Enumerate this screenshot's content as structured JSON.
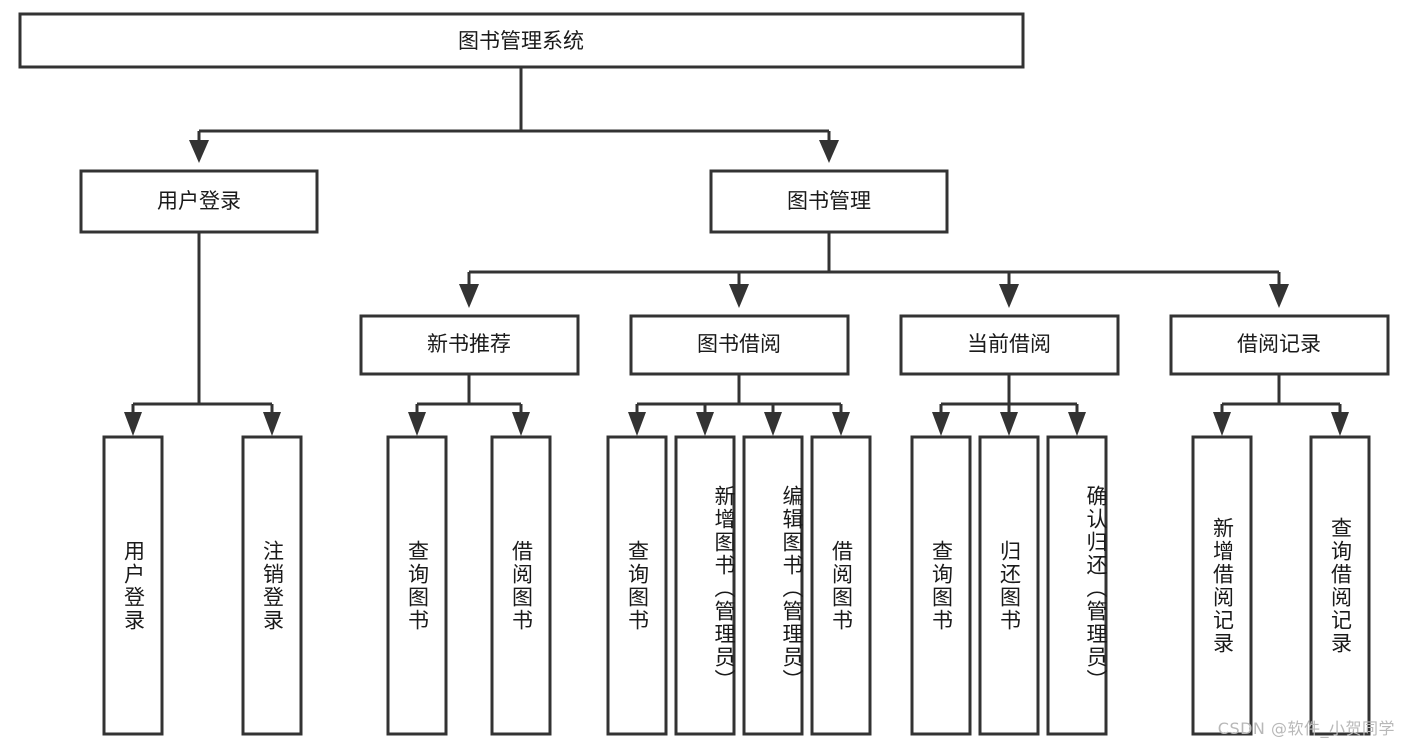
{
  "diagram": {
    "type": "tree-hierarchy",
    "title": "图书管理系统",
    "orientation": "top-down",
    "watermark": "CSDN @软件_小贺同学",
    "colors": {
      "box_fill": "#ffffff",
      "box_stroke": "#333333",
      "text": "#1a1a1a",
      "background": "#ffffff",
      "watermark": "#b8b8b8"
    },
    "root": {
      "id": "root",
      "label": "图书管理系统"
    },
    "level2": [
      {
        "id": "user-login",
        "label": "用户登录"
      },
      {
        "id": "book-management",
        "label": "图书管理"
      }
    ],
    "level3": [
      {
        "id": "new-book-recommend",
        "label": "新书推荐",
        "parent": "book-management"
      },
      {
        "id": "book-borrow",
        "label": "图书借阅",
        "parent": "book-management"
      },
      {
        "id": "current-borrow",
        "label": "当前借阅",
        "parent": "book-management"
      },
      {
        "id": "borrow-record",
        "label": "借阅记录",
        "parent": "book-management"
      }
    ],
    "leaves": [
      {
        "id": "leaf-user-login",
        "label": "用户登录",
        "parent": "user-login"
      },
      {
        "id": "leaf-logout-login",
        "label": "注销登录",
        "parent": "user-login"
      },
      {
        "id": "leaf-query-book-1",
        "label": "查询图书",
        "parent": "new-book-recommend"
      },
      {
        "id": "leaf-borrow-book-1",
        "label": "借阅图书",
        "parent": "new-book-recommend"
      },
      {
        "id": "leaf-query-book-2",
        "label": "查询图书",
        "parent": "book-borrow"
      },
      {
        "id": "leaf-add-book",
        "label": "新增图书（管理员）",
        "parent": "book-borrow"
      },
      {
        "id": "leaf-edit-book",
        "label": "编辑图书（管理员）",
        "parent": "book-borrow"
      },
      {
        "id": "leaf-borrow-book-2",
        "label": "借阅图书",
        "parent": "book-borrow"
      },
      {
        "id": "leaf-query-book-3",
        "label": "查询图书",
        "parent": "current-borrow"
      },
      {
        "id": "leaf-return-book",
        "label": "归还图书",
        "parent": "current-borrow"
      },
      {
        "id": "leaf-confirm-return",
        "label": "确认归还（管理员）",
        "parent": "current-borrow"
      },
      {
        "id": "leaf-add-record",
        "label": "新增借阅记录",
        "parent": "borrow-record"
      },
      {
        "id": "leaf-query-record",
        "label": "查询借阅记录",
        "parent": "borrow-record"
      }
    ]
  }
}
